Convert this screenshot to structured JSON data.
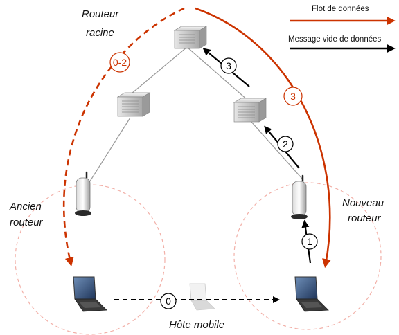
{
  "labels": {
    "root_router": [
      "Routeur",
      "racine"
    ],
    "old_router": [
      "Ancien",
      "routeur"
    ],
    "new_router": [
      "Nouveau",
      "routeur"
    ],
    "mobile_host": "Hôte mobile"
  },
  "legend": {
    "data_flow": "Flot de données",
    "empty_message": "Message vide de données"
  },
  "steps": {
    "s0": "0",
    "s1": "1",
    "s2": "2",
    "s3": "3",
    "red_0_2": "0-2",
    "red_3": "3"
  },
  "colors": {
    "data_flow": "#cc3300",
    "message": "#000000",
    "links": "#999999",
    "coverage": "#f2b0a8"
  }
}
